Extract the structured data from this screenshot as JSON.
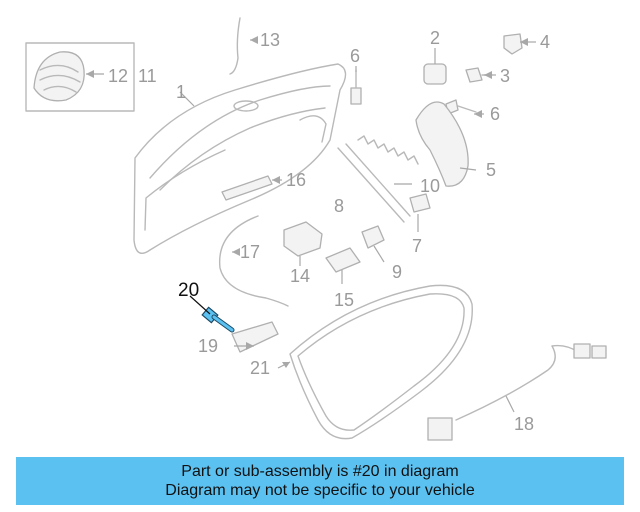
{
  "callouts": {
    "c1": "1",
    "c2": "2",
    "c3": "3",
    "c4": "4",
    "c5": "5",
    "c6a": "6",
    "c6b": "6",
    "c7": "7",
    "c8": "8",
    "c9": "9",
    "c10": "10",
    "c11": "11",
    "c12": "12",
    "c13": "13",
    "c14": "14",
    "c15": "15",
    "c16": "16",
    "c17": "17",
    "c18": "18",
    "c19": "19",
    "c20": "20",
    "c21": "21"
  },
  "highlight_color": "#5bc1f1",
  "banner": {
    "line1": "Part or sub-assembly is #20 in diagram",
    "line2": "Diagram may not be specific to your vehicle"
  }
}
